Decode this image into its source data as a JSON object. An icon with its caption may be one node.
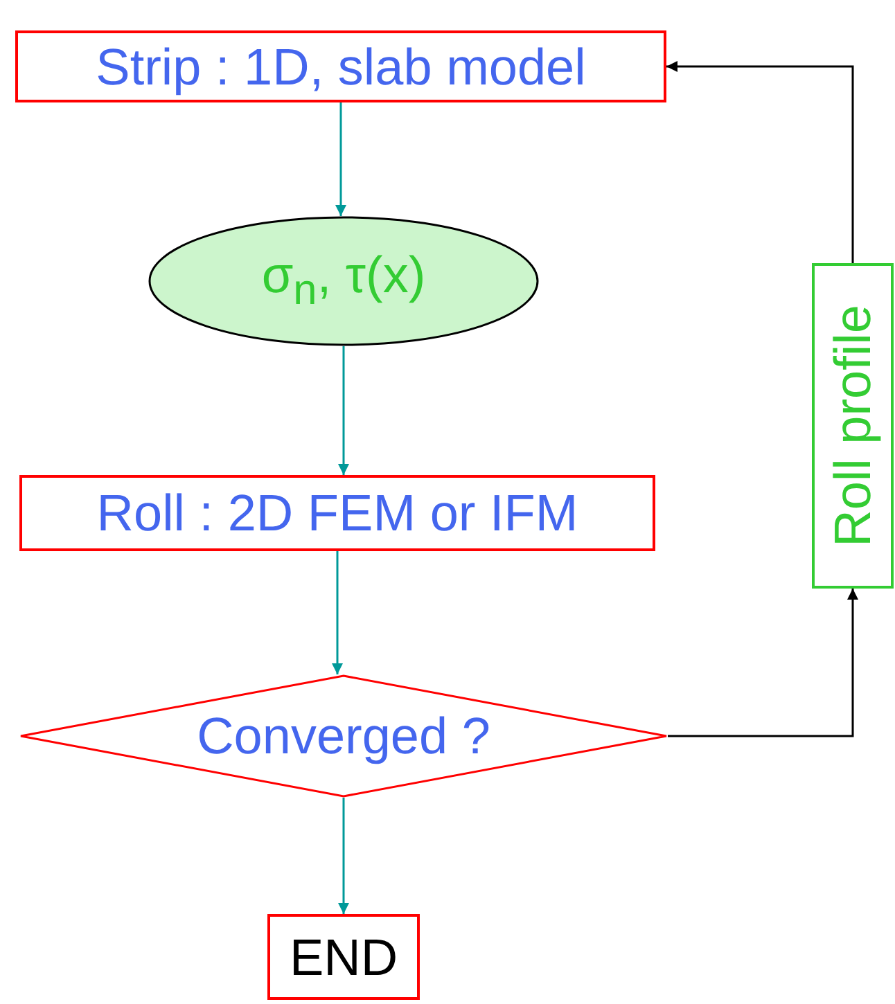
{
  "diagram": {
    "nodes": [
      {
        "text": [
          "Strip : 1D, slab model"
        ]
      },
      {
        "text": [
          "σ$_{n}$, τ(x)"
        ]
      },
      {
        "text": [
          "Roll : 2D FEM or IFM"
        ]
      },
      {
        "text": [
          "Converged ?"
        ]
      },
      {
        "text": [
          "END"
        ]
      },
      {
        "text": [
          "Roll profile"
        ]
      }
    ],
    "edges": [
      {
        "from": 0,
        "to": 1,
        "arrow": "to"
      },
      {
        "from": 1,
        "to": 2,
        "arrow": "to"
      },
      {
        "from": 2,
        "to": 3,
        "arrow": "to"
      },
      {
        "from": 3,
        "to": 4,
        "arrow": "to"
      },
      {
        "from": 3,
        "to": 5,
        "arrow": "to",
        "color": "#000000"
      },
      {
        "from": 5,
        "to": 0,
        "arrow": "to",
        "color": "#000000"
      }
    ]
  }
}
